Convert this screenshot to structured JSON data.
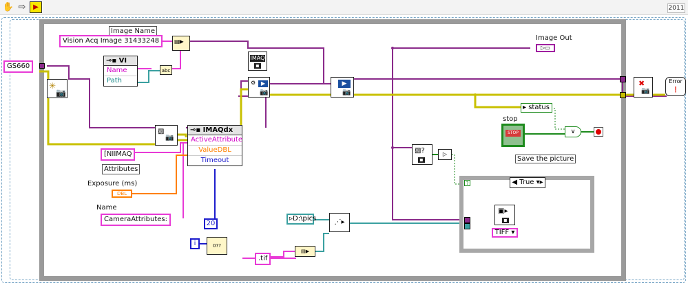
{
  "toolbar": {
    "run_icon": "hand-icon",
    "arrow_icon": "run-arrow-icon",
    "logo_icon": "labview-icon",
    "version": "2011"
  },
  "labels": {
    "image_name": "Image Name",
    "image_out": "Image Out",
    "exposure": "Exposure (ms)",
    "name": "Name",
    "stop": "stop",
    "save_picture": "Save the picture",
    "attributes": "Attributes"
  },
  "constants": {
    "image_name_value": "Vision Acq Image 31433248",
    "camera": "GS660",
    "niimaq": "[NIIMAQ",
    "camera_attributes": "CameraAttributes:",
    "timeout": "20",
    "i_const": "i",
    "path": "D:\\pics",
    "extension": ".tif",
    "status": "status",
    "stop_button": "STOP",
    "case_selector": "True",
    "file_type": "TIFF",
    "error_handler": "Error"
  },
  "vi_node": {
    "title": "VI",
    "rows": [
      "Name",
      "Path"
    ]
  },
  "imaqdx_node": {
    "title": "IMAQdx",
    "rows": [
      "ActiveAttribute",
      "ValueDBL",
      "Timeout"
    ]
  },
  "colors": {
    "loop_border": "#9a9a9a",
    "pink_wire": "#e83ad6",
    "purple_wire": "#8a2a8a",
    "yellow_wire": "#c8c000",
    "green_wire": "#1c8a1c",
    "orange_wire": "#ff8000",
    "blue_wire": "#1c1ccc",
    "teal_wire": "#3aa0a0"
  }
}
